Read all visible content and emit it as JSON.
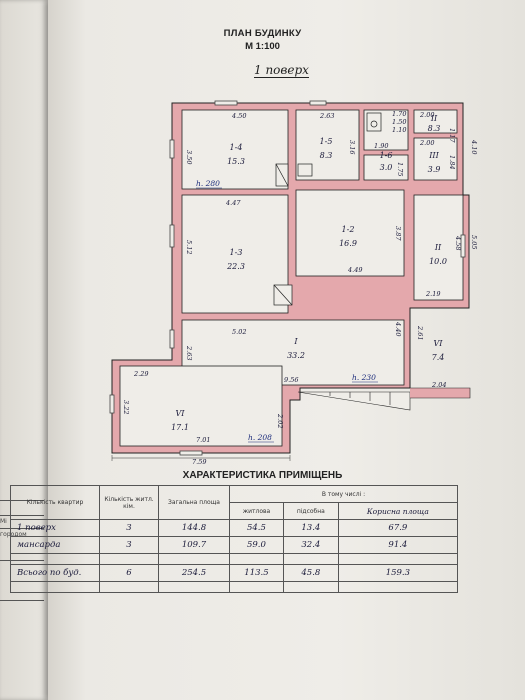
{
  "header": {
    "title": "ПЛАН БУДИНКУ",
    "scale": "М 1:100",
    "floor": "1 поверх"
  },
  "rooms": [
    {
      "id": "1-4",
      "area": "15.3"
    },
    {
      "id": "1-5",
      "area": "8.3"
    },
    {
      "id": "1-6",
      "area": "3.0"
    },
    {
      "id": "II",
      "area": "8.3"
    },
    {
      "id": "III",
      "area": "3.9"
    },
    {
      "id": "1-3",
      "area": "22.3"
    },
    {
      "id": "1-2",
      "area": "16.9"
    },
    {
      "id": "II",
      "area": "10.0"
    },
    {
      "id": "I",
      "area": "33.2"
    },
    {
      "id": "VI",
      "area": "7.4"
    },
    {
      "id": "VI",
      "area": "17.1"
    }
  ],
  "dimensions": {
    "d1": "4.50",
    "d2": "2.63",
    "d3": "1.90",
    "d4": "2.00",
    "d5": "1.17",
    "d6": "4.10",
    "d7": "3.50",
    "d8": "3.16",
    "d9": "2.00",
    "d10": "1.75",
    "d11": "1.84",
    "d12": "4.47",
    "d13": "5.12",
    "d14": "3.87",
    "d15": "4.58",
    "d16": "5.05",
    "d17": "4.49",
    "d18": "2.19",
    "d19": "5.02",
    "d20": "4.40",
    "d21": "2.61",
    "d22": "2.63",
    "d23": "9.56",
    "d24": "2.04",
    "d25": "2.29",
    "d26": "3.22",
    "d27": "2.02",
    "d28": "7.01",
    "d29": "7.59",
    "d30": "1.70",
    "d31": "1.50",
    "d32": "1.10"
  },
  "heights": {
    "h1": "h. 280",
    "h2": "h. 230",
    "h3": "h. 208"
  },
  "characteristics": {
    "title": "ХАРАКТЕРИСТИКА ПРИМІЩЕНЬ",
    "headers": {
      "col1": "Кількість квартир",
      "col2": "Кількість житл. кім.",
      "col3": "Загальна площа",
      "group": "В тому числі :",
      "col4": "житлова",
      "col5": "підсобна",
      "col6": "Корисна площа"
    },
    "rows": [
      {
        "label": "1 поверх",
        "rooms": "3",
        "total": "144.8",
        "living": "54.5",
        "aux": "13.4",
        "useful": "67.9"
      },
      {
        "label": "мансарда",
        "rooms": "3",
        "total": "109.7",
        "living": "59.0",
        "aux": "32.4",
        "useful": "91.4"
      }
    ],
    "total_row": {
      "label": "Всього по буд.",
      "rooms": "6",
      "total": "254.5",
      "living": "113.5",
      "aux": "45.8",
      "useful": "159.3"
    }
  },
  "left_sheet": {
    "text1": "Мі",
    "text2": "городом"
  },
  "colors": {
    "wall_fill": "#e4a8ac",
    "wall_stroke": "#222222",
    "paper": "#efede8",
    "ink": "#1a1a3a"
  }
}
